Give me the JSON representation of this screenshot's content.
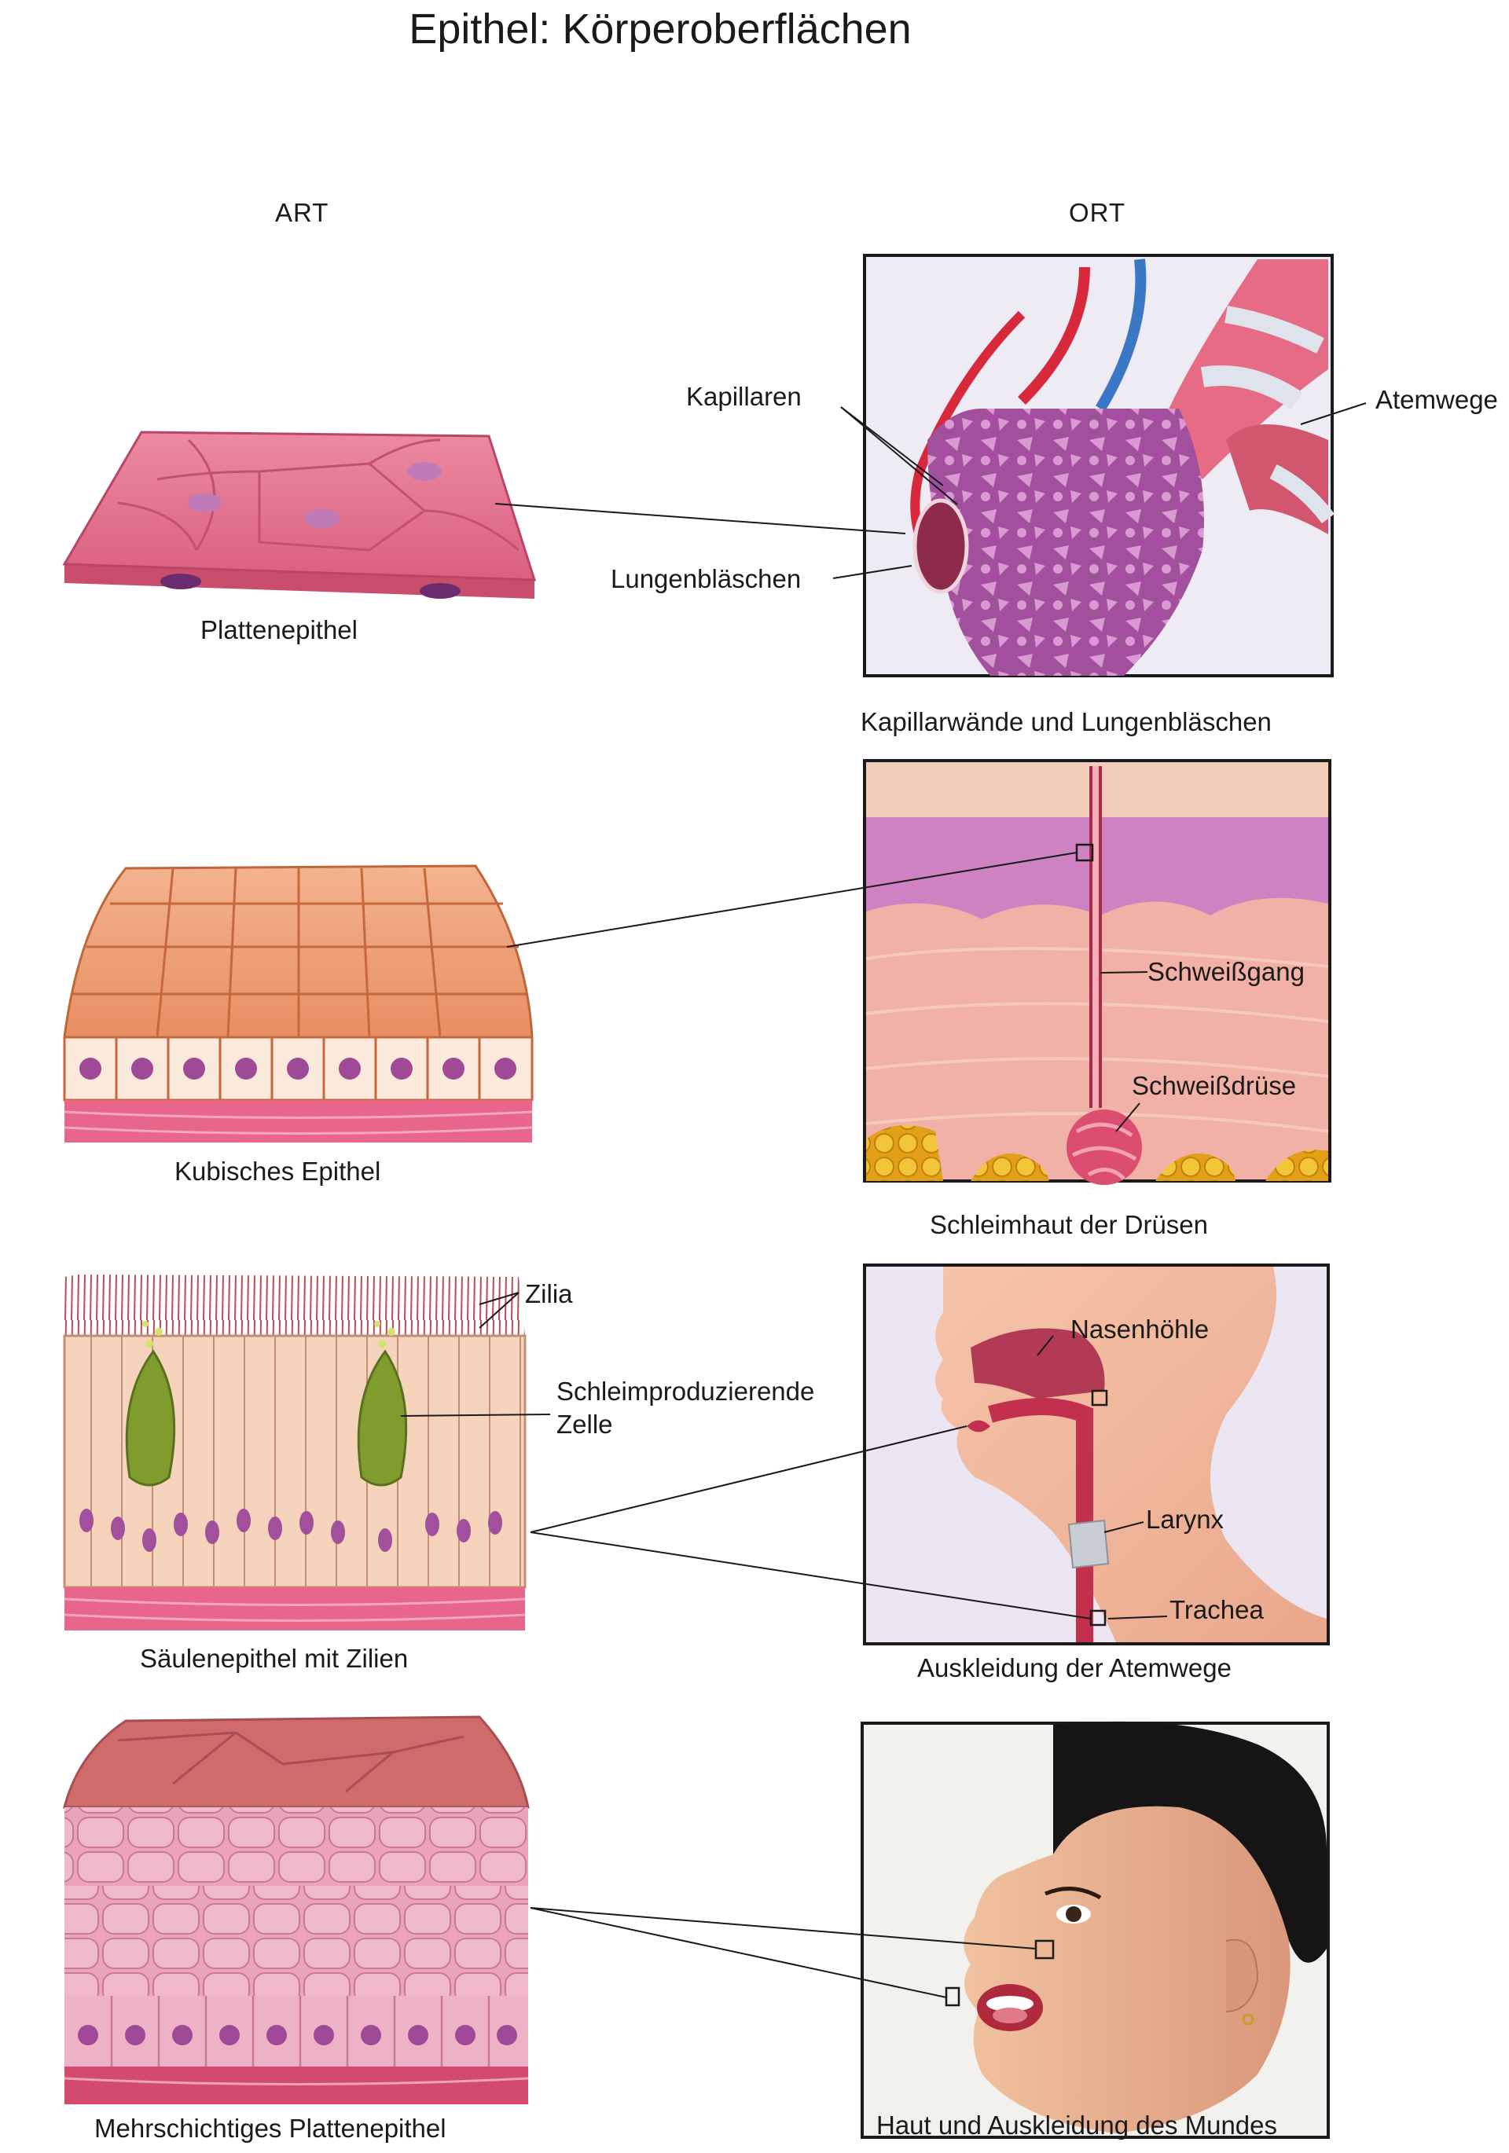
{
  "title": "Epithel: Körperoberflächen",
  "columns": {
    "art": "ART",
    "ort": "ORT"
  },
  "rows": [
    {
      "type_caption": "Plattenepithel",
      "location_caption": "Kapillarwände und Lungenbläschen",
      "labels": {
        "kapillaren": "Kapillaren",
        "lungenblaeschen": "Lungenbläschen",
        "atemwege": "Atemwege"
      }
    },
    {
      "type_caption": "Kubisches Epithel",
      "location_caption": "Schleimhaut der Drüsen",
      "labels": {
        "schweissgang": "Schweißgang",
        "schweissdruese": "Schweißdrüse"
      }
    },
    {
      "type_caption": "Säulenepithel mit Zilien",
      "location_caption": "Auskleidung der Atemwege",
      "labels": {
        "zilia": "Zilia",
        "schleim_1": "Schleimproduzierende",
        "schleim_2": "Zelle",
        "nasenhoehle": "Nasenhöhle",
        "larynx": "Larynx",
        "trachea": "Trachea"
      }
    },
    {
      "type_caption": "Mehrschichtiges Plattenepithel",
      "location_caption": "Haut und Auskleidung des Mundes",
      "labels": {}
    }
  ]
}
